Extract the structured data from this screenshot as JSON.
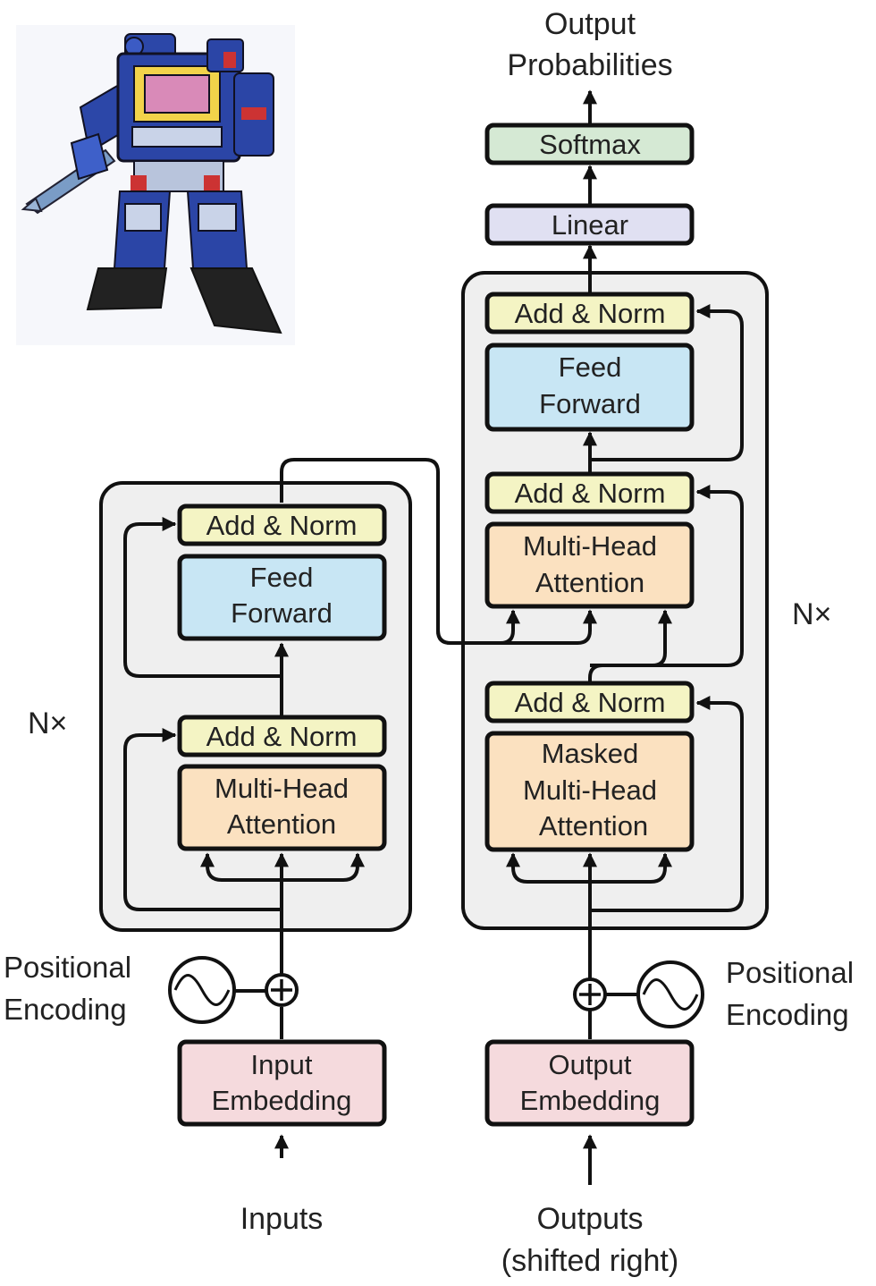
{
  "colors": {
    "add_norm": "#f4f4c4",
    "feed_forward": "#c8e6f4",
    "attention": "#fbe1c0",
    "embedding": "#f5dadd",
    "linear": "#e0e0f2",
    "softmax": "#d5e9d4",
    "stack_bg": "#efefef",
    "line": "#111111"
  },
  "illustration": "robot-illustration",
  "encoder": {
    "repeat": "N×",
    "add_norm_top": "Add & Norm",
    "feed_forward": [
      "Feed",
      "Forward"
    ],
    "add_norm_bottom": "Add & Norm",
    "attention": [
      "Multi-Head",
      "Attention"
    ],
    "positional_encoding": [
      "Positional",
      "Encoding"
    ],
    "embedding": [
      "Input",
      "Embedding"
    ],
    "input": "Inputs"
  },
  "decoder": {
    "repeat": "N×",
    "output": [
      "Output",
      "Probabilities"
    ],
    "softmax": "Softmax",
    "linear": "Linear",
    "add_norm_top": "Add & Norm",
    "feed_forward": [
      "Feed",
      "Forward"
    ],
    "add_norm_middle": "Add & Norm",
    "cross_attention": [
      "Multi-Head",
      "Attention"
    ],
    "add_norm_bottom": "Add & Norm",
    "masked_attention": [
      "Masked",
      "Multi-Head",
      "Attention"
    ],
    "positional_encoding": [
      "Positional",
      "Encoding"
    ],
    "embedding": [
      "Output",
      "Embedding"
    ],
    "input": [
      "Outputs",
      "(shifted right)"
    ]
  }
}
